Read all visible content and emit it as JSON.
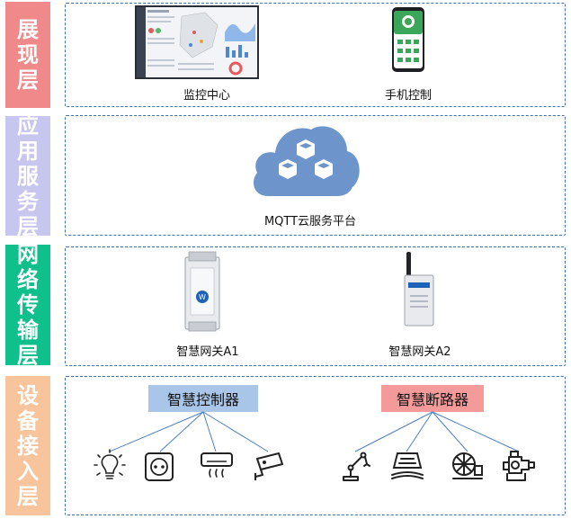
{
  "layers": [
    {
      "label": "展现层",
      "color": "#f08a8a"
    },
    {
      "label": "应用服务层",
      "color": "#c6c6ee"
    },
    {
      "label": "网络传输层",
      "color": "#0fbf8c"
    },
    {
      "label": "设备接入层",
      "color": "#f7c49c"
    }
  ],
  "presentation": {
    "items": [
      {
        "label": "监控中心",
        "icon": "monitor-dashboard-image"
      },
      {
        "label": "手机控制",
        "icon": "phone-app-image"
      }
    ]
  },
  "application": {
    "cloud_label": "MQTT云服务平台",
    "icon": "cloud-cubes-icon",
    "cloud_color": "#6d95cc"
  },
  "network": {
    "items": [
      {
        "label": "智慧网关A1",
        "icon": "din-rail-gateway-image"
      },
      {
        "label": "智慧网关A2",
        "icon": "antenna-gateway-image"
      }
    ]
  },
  "device": {
    "controller": {
      "label": "智慧控制器",
      "color": "#a9c5e8",
      "devices": [
        "bulb-icon",
        "socket-icon",
        "air-conditioner-icon",
        "camera-icon"
      ]
    },
    "breaker": {
      "label": "智慧断路器",
      "color": "#f49a9a",
      "devices": [
        "robot-arm-icon",
        "conveyor-icon",
        "fan-motor-icon",
        "pump-icon"
      ]
    },
    "line_color": "#4a7fc0"
  }
}
